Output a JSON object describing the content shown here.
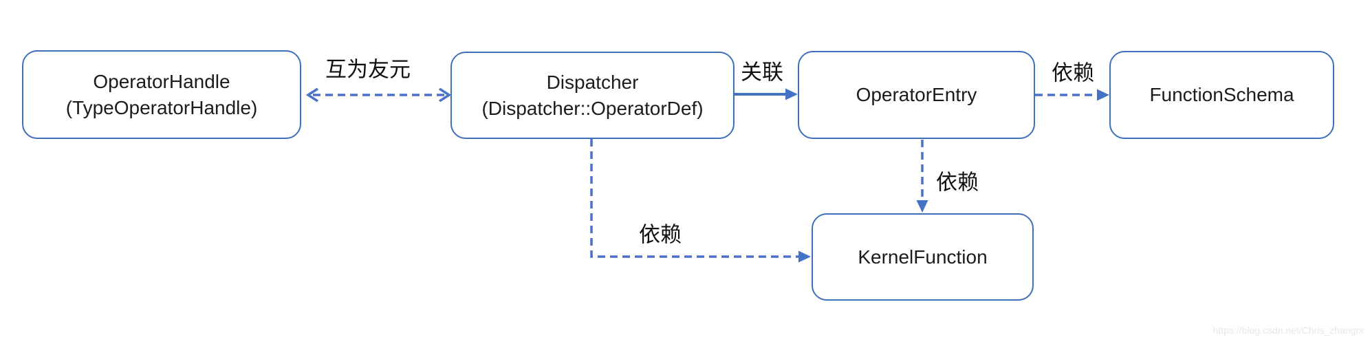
{
  "diagram": {
    "nodes": {
      "operator_handle": {
        "line1": "OperatorHandle",
        "line2": "(TypeOperatorHandle)"
      },
      "dispatcher": {
        "line1": "Dispatcher",
        "line2": "(Dispatcher::OperatorDef)"
      },
      "operator_entry": {
        "line1": "OperatorEntry"
      },
      "function_schema": {
        "line1": "FunctionSchema"
      },
      "kernel_function": {
        "line1": "KernelFunction"
      }
    },
    "edge_labels": {
      "mutual_friend": "互为友元",
      "association": "关联",
      "dependency_schema": "依赖",
      "dependency_kernel_from_entry": "依赖",
      "dependency_kernel_from_dispatcher": "依赖"
    },
    "edges": [
      {
        "from": "operator_handle",
        "to": "dispatcher",
        "type": "dashed-double-arrow",
        "label": "互为友元"
      },
      {
        "from": "dispatcher",
        "to": "operator_entry",
        "type": "solid-arrow",
        "label": "关联"
      },
      {
        "from": "operator_entry",
        "to": "function_schema",
        "type": "dashed-arrow",
        "label": "依赖"
      },
      {
        "from": "operator_entry",
        "to": "kernel_function",
        "type": "dashed-arrow",
        "label": "依赖"
      },
      {
        "from": "dispatcher",
        "to": "kernel_function",
        "type": "dashed-arrow",
        "label": "依赖"
      }
    ],
    "colors": {
      "box_border": "#3e6eba",
      "solid_arrow": "#4472c4",
      "dashed_arrow": "#4a72c8",
      "text": "#1c1c1c",
      "watermark": "#e7e7ea"
    }
  },
  "watermark": {
    "text": "https://blog.csdn.net/Chris_zhangrx"
  }
}
